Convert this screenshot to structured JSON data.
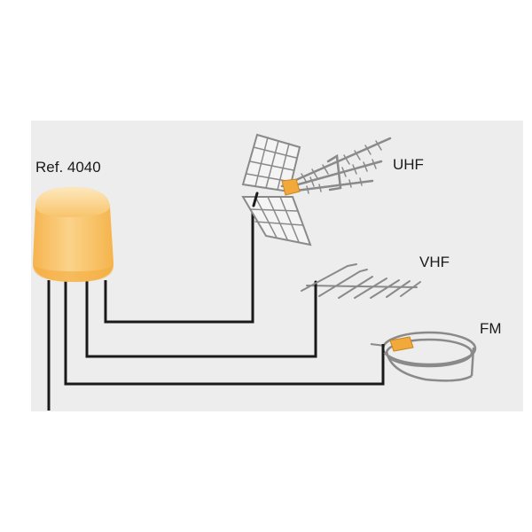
{
  "labels": {
    "model": "Ref. 4040",
    "uhf": "UHF",
    "vhf": "VHF",
    "fm": "FM"
  },
  "colors": {
    "panel_background": "#ededed",
    "amplifier_body": "#f9c46a",
    "amplifier_highlight": "#fde3ae",
    "cable": "#1a1a1a",
    "antenna_metal": "#8c8c8c",
    "antenna_connector": "#f2a93b"
  },
  "icons": {
    "amplifier": "masthead-amplifier-icon",
    "uhf_antenna": "uhf-antenna-icon",
    "vhf_antenna": "vhf-antenna-icon",
    "fm_antenna": "fm-loop-antenna-icon"
  }
}
